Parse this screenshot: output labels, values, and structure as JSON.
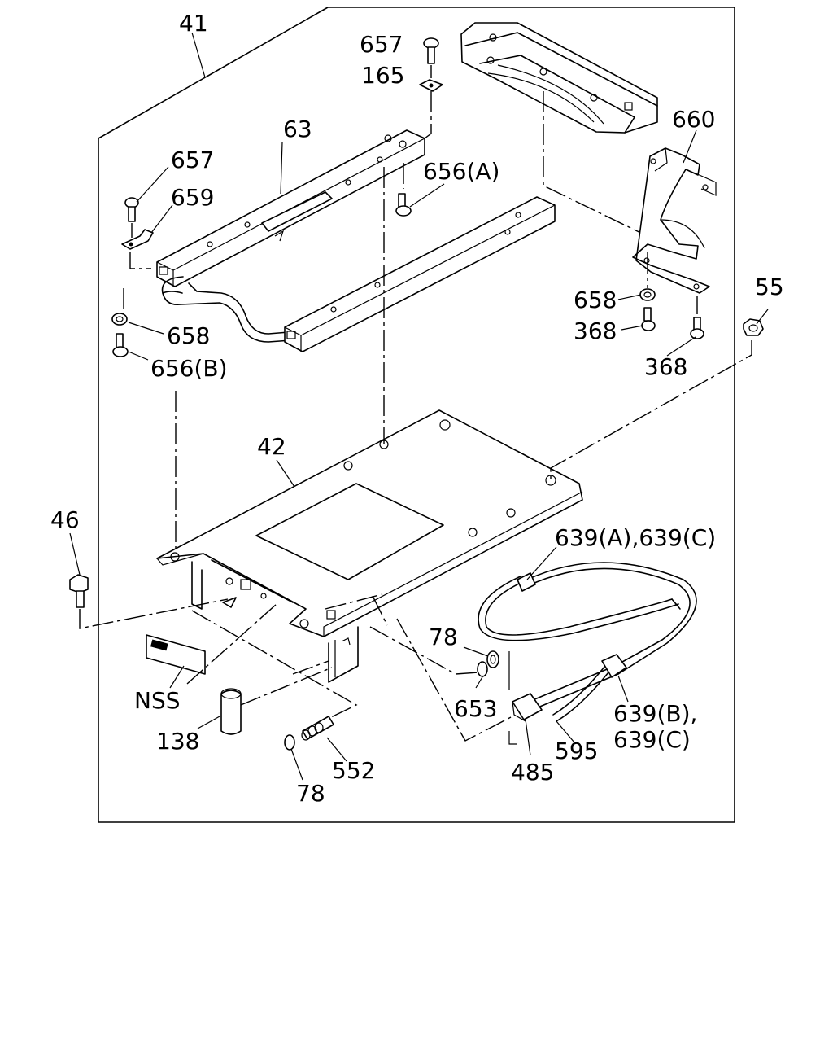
{
  "diagram": {
    "callouts": {
      "c41": "41",
      "c657_top": "657",
      "c165": "165",
      "c63": "63",
      "c660": "660",
      "c657_left": "657",
      "c656a": "656(A)",
      "c659": "659",
      "c658_left": "658",
      "c656b": "656(B)",
      "c658_right": "658",
      "c368_a": "368",
      "c368_b": "368",
      "c55": "55",
      "c42": "42",
      "c46": "46",
      "c639ac": "639(A),639(C)",
      "c78_top": "78",
      "c653": "653",
      "c639b": "639(B),",
      "c639c": "639(C)",
      "cNSS": "NSS",
      "c138": "138",
      "c595": "595",
      "c485": "485",
      "c552": "552",
      "c78_bottom": "78"
    }
  }
}
